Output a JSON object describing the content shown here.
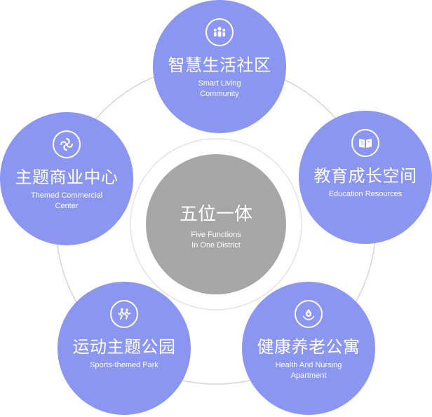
{
  "center": {
    "title": "五位一体",
    "subtitle_line1": "Five Functions",
    "subtitle_line2": "In One District"
  },
  "nodes": [
    {
      "id": "community",
      "title": "智慧生活社区",
      "en_line1": "Smart Living",
      "en_line2": "Community",
      "icon": "people-icon"
    },
    {
      "id": "education",
      "title": "教育成长空间",
      "en_line1": "Education Resources",
      "en_line2": "",
      "icon": "book-icon"
    },
    {
      "id": "health",
      "title": "健康养老公寓",
      "en_line1": "Health And Nursing",
      "en_line2": "Apartment",
      "icon": "care-icon"
    },
    {
      "id": "sports",
      "title": "运动主题公园",
      "en_line1": "Sports-themed Park",
      "en_line2": "",
      "icon": "running-icon"
    },
    {
      "id": "commercial",
      "title": "主题商业中心",
      "en_line1": "Themed Commercial",
      "en_line2": "Center",
      "icon": "swirl-icon"
    }
  ],
  "colors": {
    "node": "#8b96f1",
    "center": "#a6a6a6",
    "ring": "#d6d6d6",
    "inner_ring": "#e2e2e2"
  }
}
